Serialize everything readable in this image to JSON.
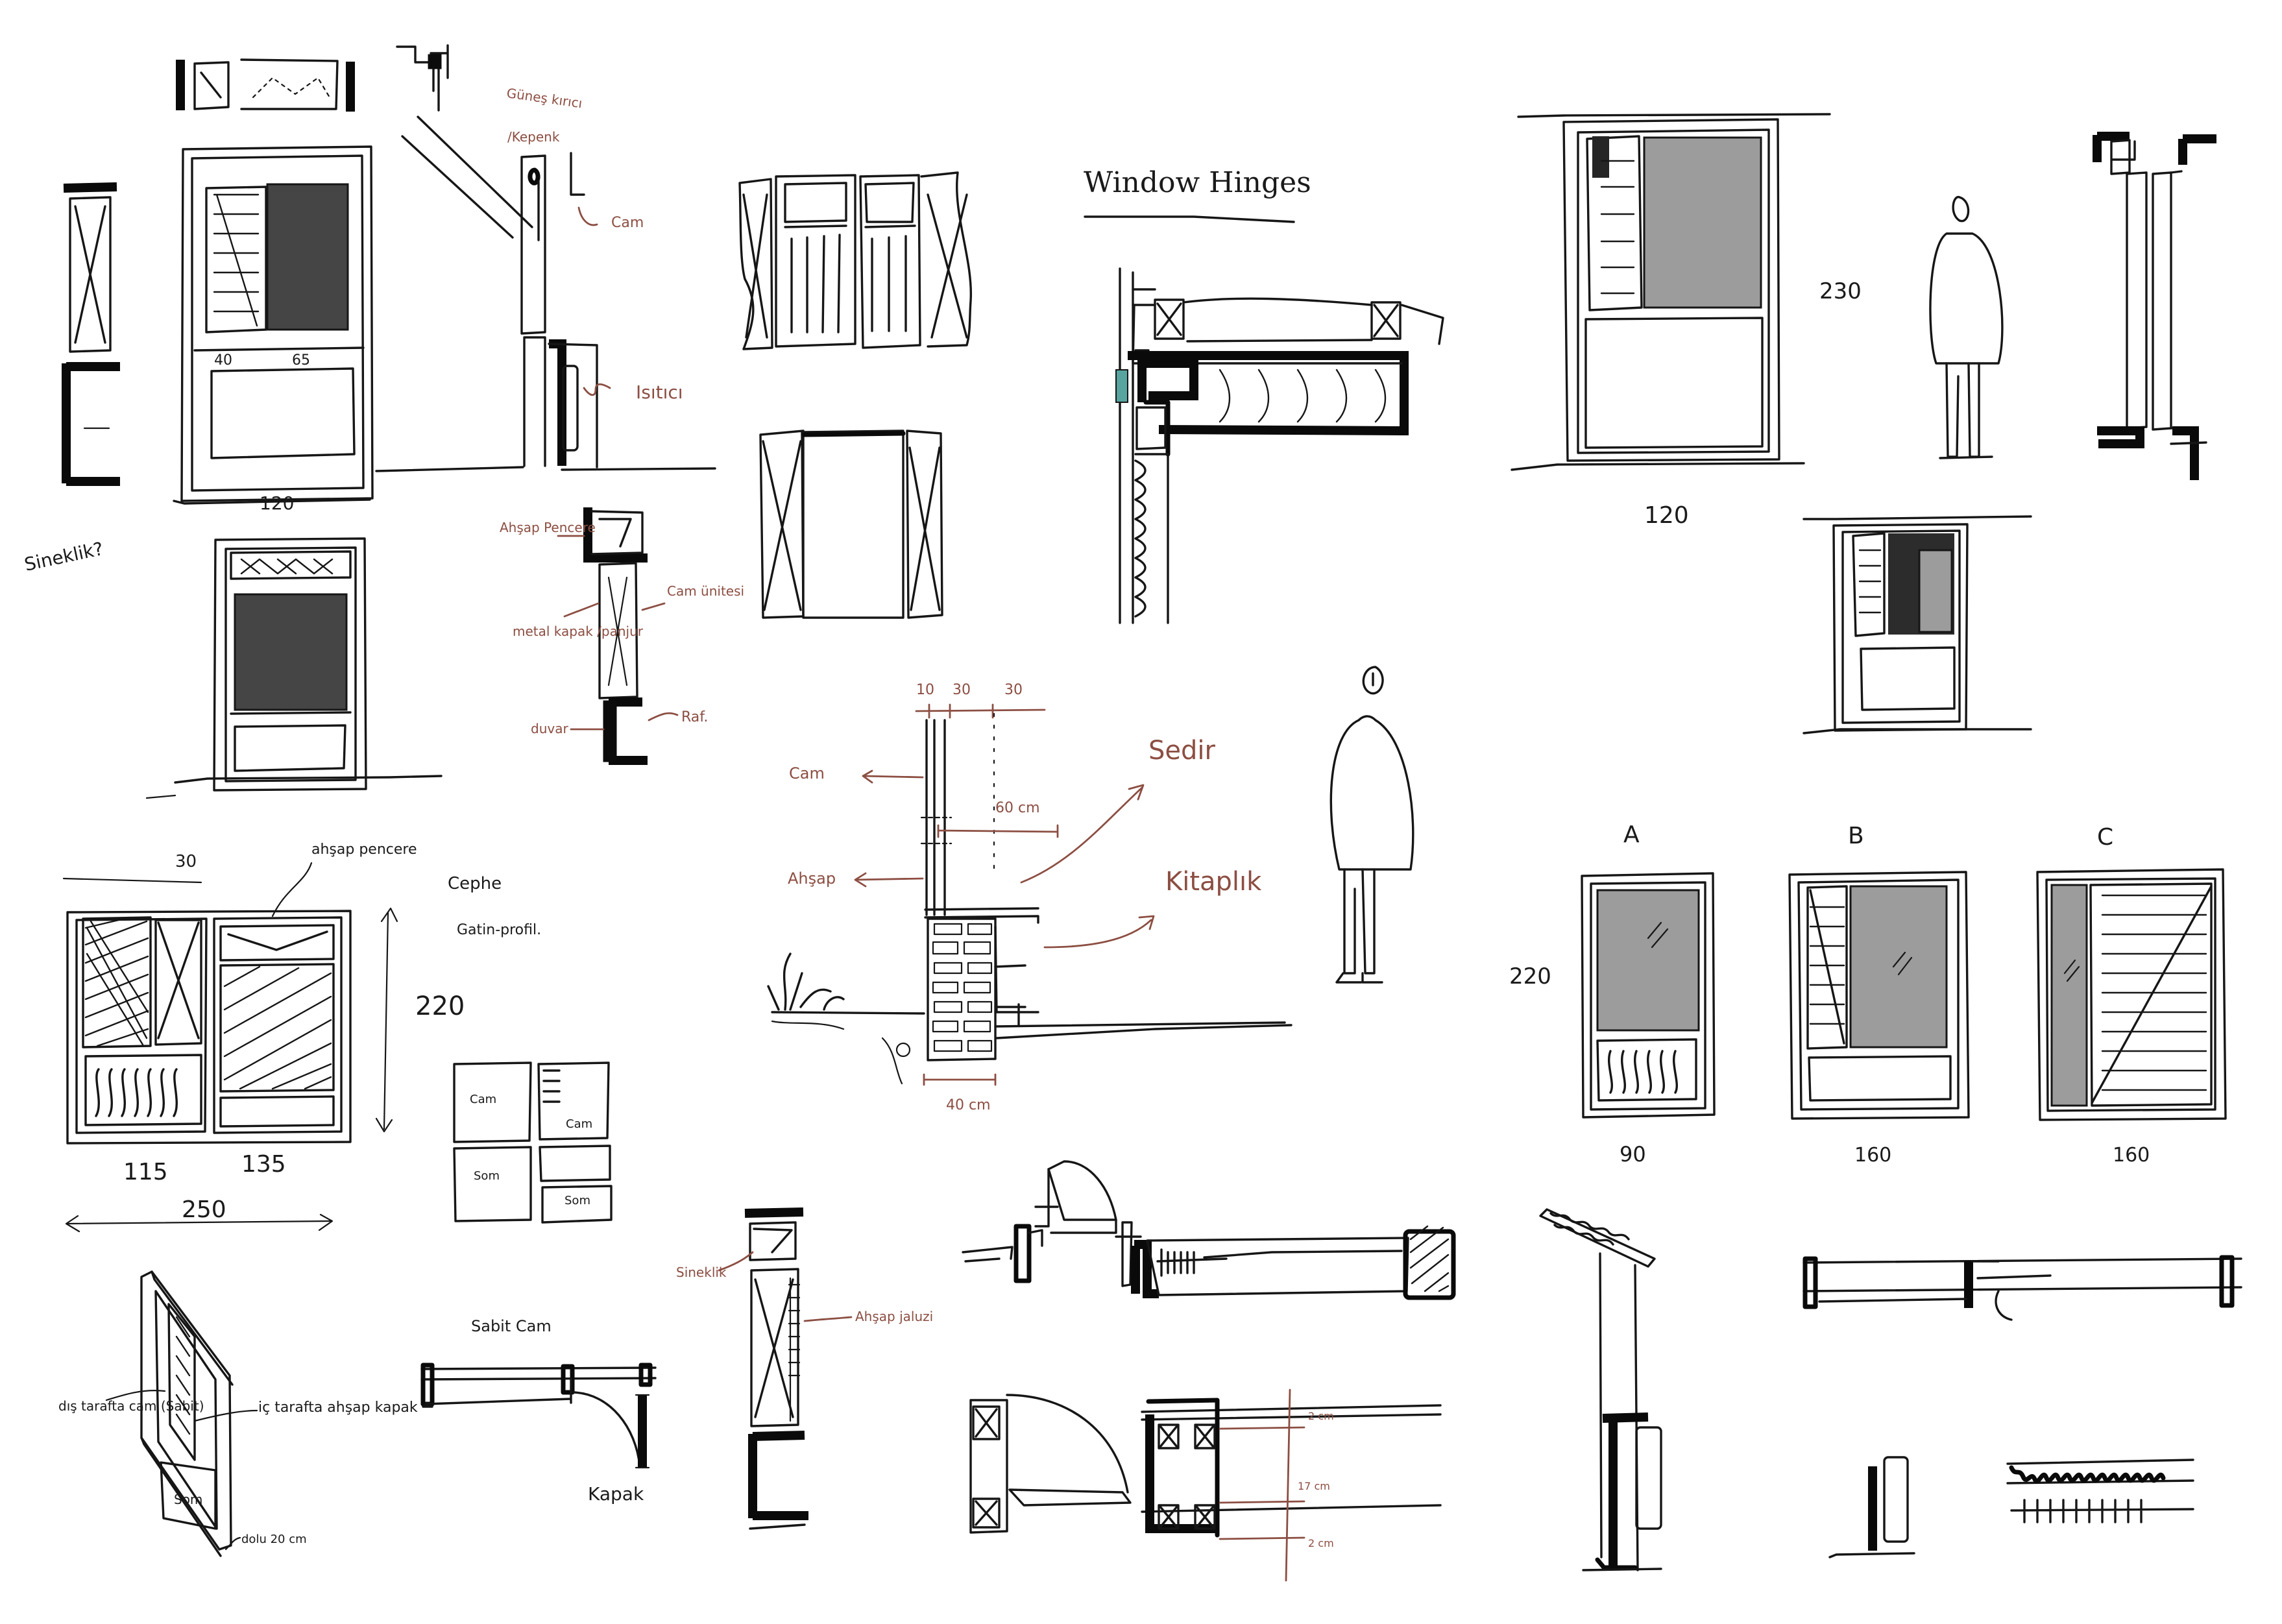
{
  "diagram": {
    "title": "Window Hinges",
    "colors": {
      "ink": "#161616",
      "annotation": "#8c4e42",
      "glass": "#9c9c9c",
      "dark_panel": "#454545",
      "seal": "#58a5a0"
    },
    "top_left": {
      "width_label": "120",
      "sub_label_a": "40",
      "sub_label_b": "65",
      "question": "Sineklik?",
      "labels": {
        "gunes_kirici": "Güneş kırıcı",
        "kepenk": "/Kepenk",
        "cam": "Cam",
        "isitici": "Isıtıcı"
      }
    },
    "mid_left_section": {
      "labels": {
        "ahsap_pencere": "Ahşap Pencere",
        "cam_unitesi": "Cam ünitesi",
        "metal_kapak": "metal kapak /panjur",
        "duvar": "duvar",
        "raf": "Raf."
      }
    },
    "facade": {
      "top_dim": "30",
      "ahsap_pencere": "ahşap pencere",
      "height": "220",
      "cephe": "Cephe",
      "gatin_profil": "Gatin-profil.",
      "left_width": "115",
      "right_width": "135",
      "total_width": "250",
      "grid_labels": [
        "Cam",
        "Cam",
        "Som",
        "Som"
      ]
    },
    "bottom_left": {
      "dis_taraf": "dış tarafta cam (Sabit)",
      "ic_taraf": "iç tarafta ahşap kapak",
      "som": "Som",
      "dolu": "dolu 20 cm",
      "sabit_cam": "Sabit Cam",
      "kapak": "Kapak"
    },
    "section_seat": {
      "dims": [
        "10",
        "30",
        "30"
      ],
      "dim_60": "60 cm",
      "dim_40": "40 cm",
      "cam": "Cam",
      "ahsap": "Ahşap",
      "sedir": "Sedir",
      "kitaplik": "Kitaplık"
    },
    "bottom_mid": {
      "sineklik": "Sineklik",
      "ahsap_jaluzi": "Ahşap jaluzi",
      "dims": [
        "2 cm",
        "17 cm",
        "2 cm"
      ]
    },
    "right_top": {
      "height": "230",
      "width": "120"
    },
    "variants": {
      "height": "220",
      "items": [
        {
          "label": "A",
          "width": "90"
        },
        {
          "label": "B",
          "width": "160"
        },
        {
          "label": "C",
          "width": "160"
        }
      ]
    }
  }
}
